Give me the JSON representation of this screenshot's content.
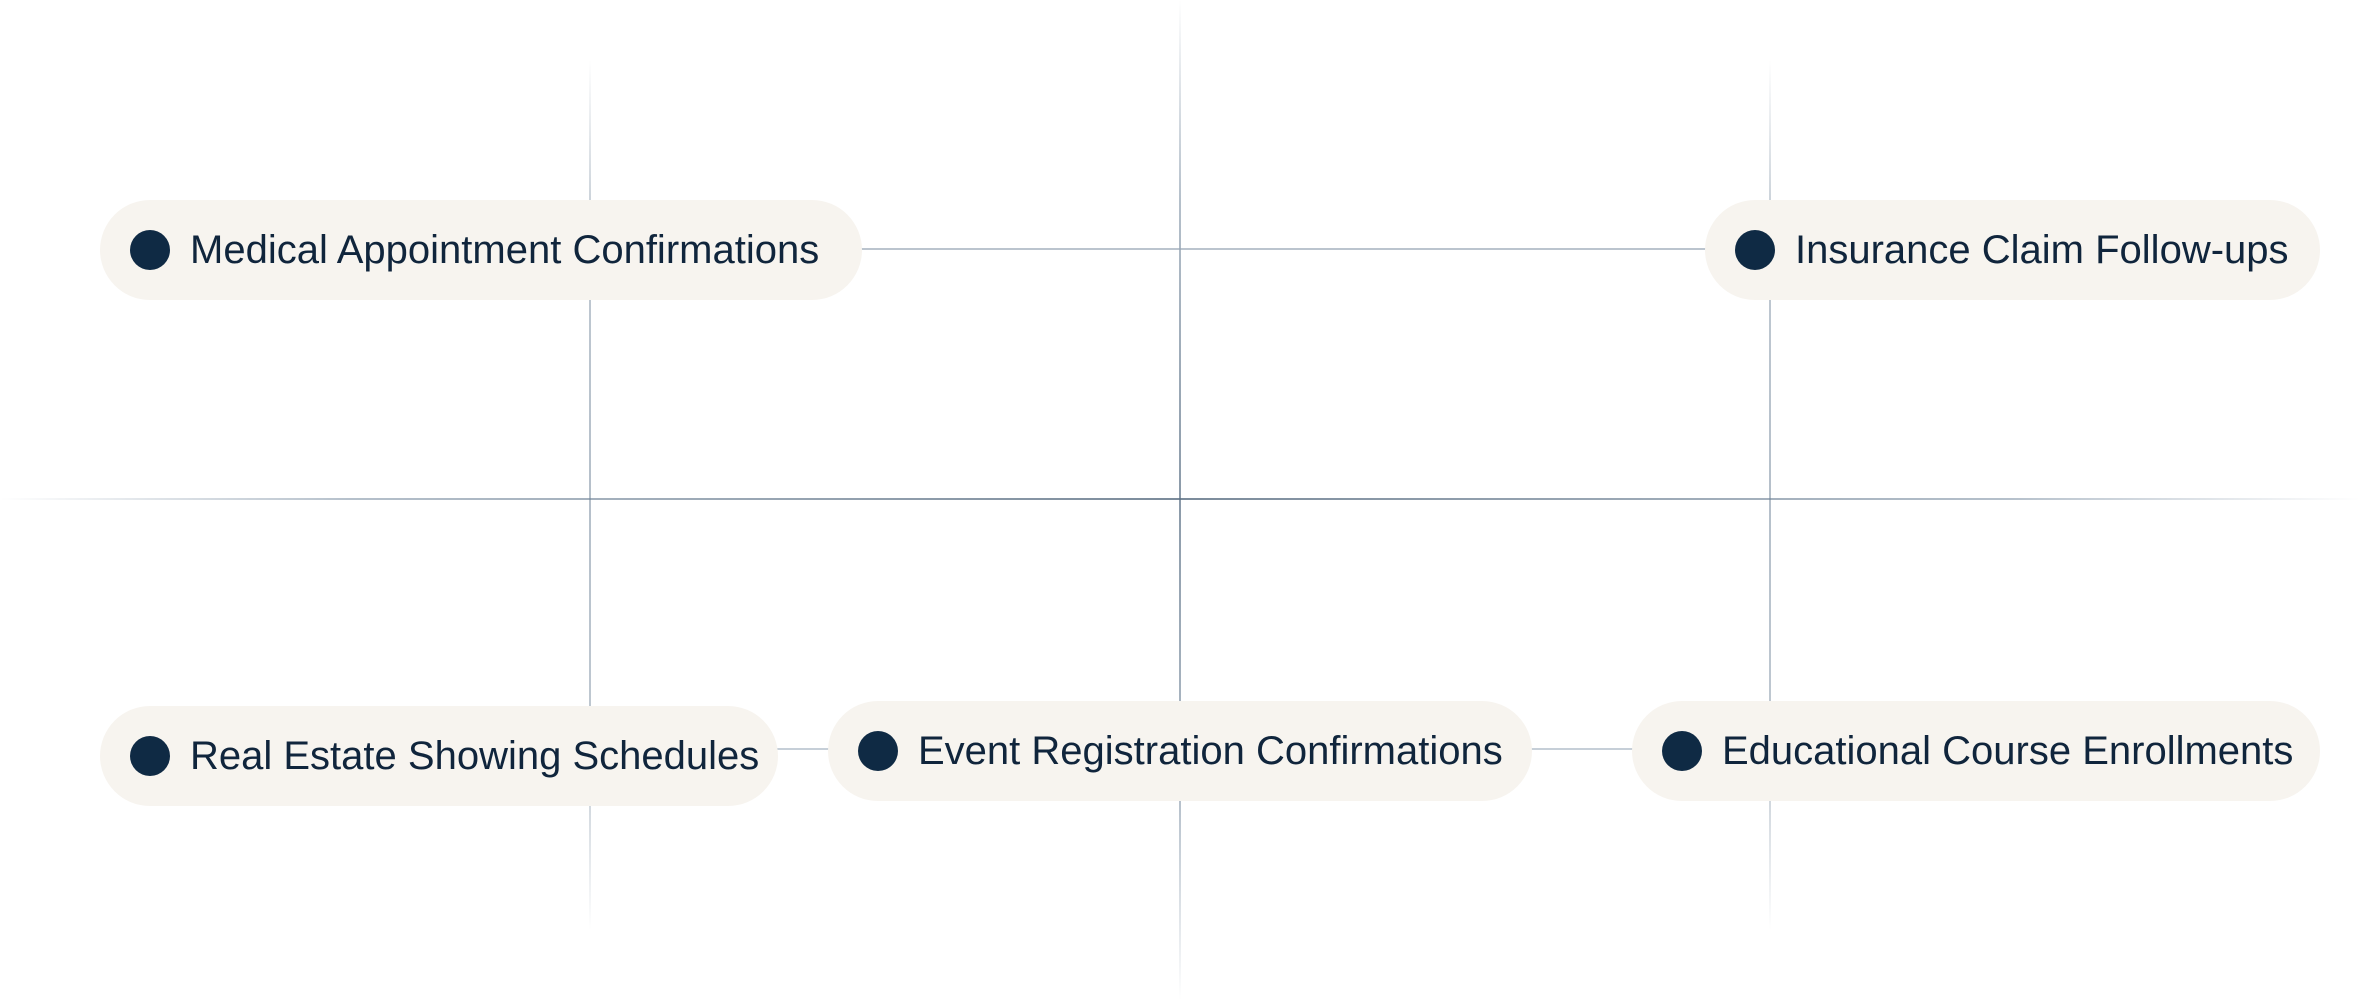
{
  "diagram": {
    "nodes": [
      {
        "id": "medical",
        "label": "Medical Appointment Confirmations",
        "icon": "dot-icon"
      },
      {
        "id": "insurance",
        "label": "Insurance Claim Follow-ups",
        "icon": "dot-icon"
      },
      {
        "id": "realestate",
        "label": "Real Estate Showing Schedules",
        "icon": "dot-icon"
      },
      {
        "id": "event",
        "label": "Event Registration Confirmations",
        "icon": "dot-icon"
      },
      {
        "id": "education",
        "label": "Educational Course Enrollments",
        "icon": "dot-icon"
      }
    ],
    "colors": {
      "pill_background": "#f7f4ef",
      "dot": "#0f2a44",
      "text": "#10253c",
      "grid_line": "#8fa0b2"
    }
  }
}
